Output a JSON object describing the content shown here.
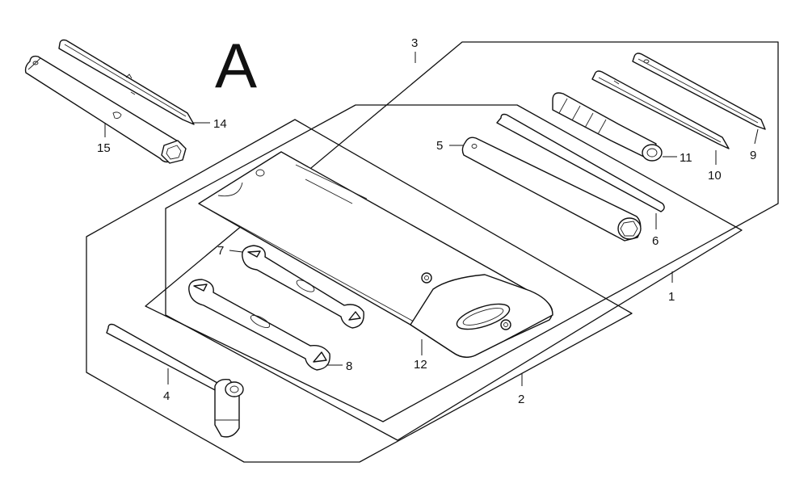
{
  "view_label": "A",
  "callouts": {
    "c1": "1",
    "c2": "2",
    "c3": "3",
    "c4": "4",
    "c5": "5",
    "c6": "6",
    "c7": "7",
    "c8": "8",
    "c9": "9",
    "c10": "10",
    "c11": "11",
    "c12": "12",
    "c14": "14",
    "c15": "15"
  }
}
